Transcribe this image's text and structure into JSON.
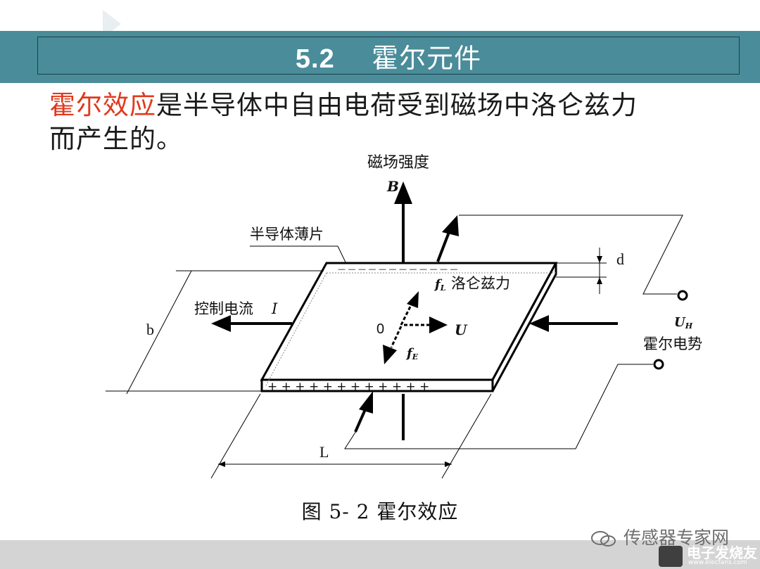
{
  "slide": {
    "section_number": "5.2",
    "section_title": "霍尔元件",
    "intro_highlight": "霍尔效应",
    "intro_text": "是半导体中自由电荷受到磁场中洛仑兹力而产生的。"
  },
  "diagram": {
    "label_field": "磁场强度",
    "label_B": "B",
    "label_plate": "半导体薄片",
    "label_d": "d",
    "label_fl": "f",
    "label_fl_sub": "L",
    "label_lorentz": "洛仑兹力",
    "label_current": "控制电流",
    "label_I": "I",
    "label_b": "b",
    "label_origin": "0",
    "label_U": "U",
    "label_fe": "f",
    "label_fe_sub": "E",
    "label_UH": "U",
    "label_UH_sub": "H",
    "label_hall_emf": "霍尔电势",
    "label_L": "L",
    "label_plus": "+ + + + + + + + + + + +",
    "label_minus": "— — — — — — — — — — — —"
  },
  "caption": "图 5- 2   霍尔效应",
  "watermark": {
    "account": "传感器专家网",
    "logo_name": "电子发烧友",
    "logo_url": "www.elecfans.com"
  },
  "colors": {
    "title_band": "#4a8c99",
    "highlight": "#e0391d",
    "footer": "#d4d4d4"
  }
}
